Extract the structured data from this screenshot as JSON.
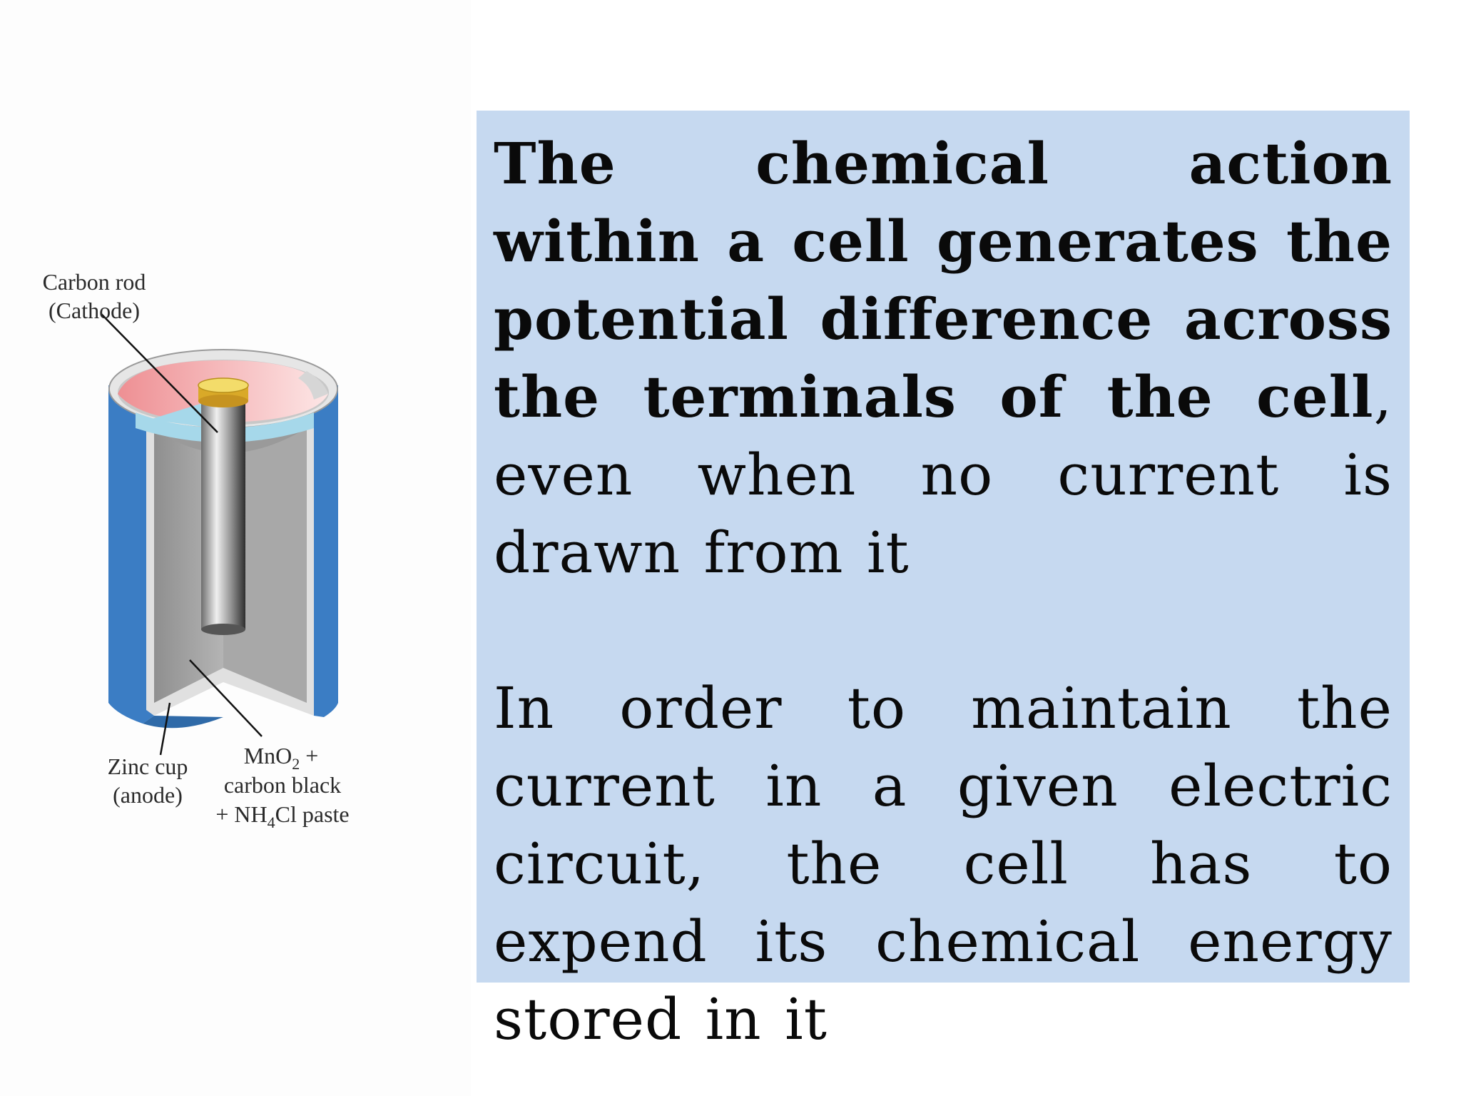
{
  "diagram": {
    "labels": {
      "carbon_rod_line1": "Carbon rod",
      "carbon_rod_line2": "(Cathode)",
      "zinc_cup_line1": "Zinc cup",
      "zinc_cup_line2": "(anode)",
      "paste_line1_a": "MnO",
      "paste_line1_sub": "2",
      "paste_line1_b": " +",
      "paste_line2": "carbon black",
      "paste_line3_a": "+ NH",
      "paste_line3_sub": "4",
      "paste_line3_b": "Cl paste"
    },
    "colors": {
      "zinc_outer": "#3b7dc4",
      "lining": "#dcdcdc",
      "paste": "#a9a9a9",
      "top_red": "#f2a3a6",
      "top_blue": "#a6d8ea",
      "cap_gold": "#e8c43c"
    }
  },
  "text_box": {
    "background": "#c6d9f0",
    "para1_bold": "The chemical action within a cell generates the potential difference across the terminals of the cell",
    "para1_rest": ", even when no current is drawn from it",
    "para2": "In order to maintain the current in a given electric circuit, the cell has to expend its chemical energy stored in it"
  }
}
